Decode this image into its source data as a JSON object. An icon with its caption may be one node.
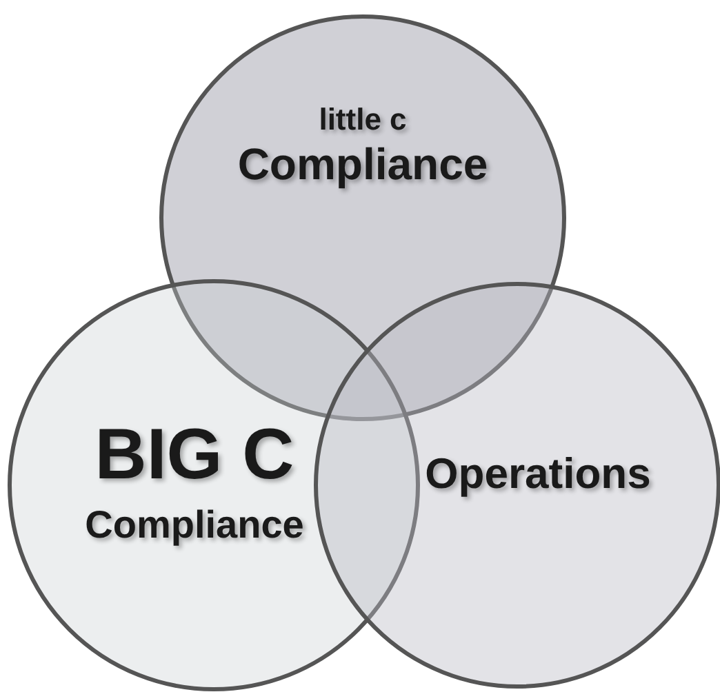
{
  "diagram": {
    "nodes": [
      {
        "text": [
          "little c",
          "Compliance"
        ]
      },
      {
        "text": [
          "BIG C",
          "Compliance"
        ]
      },
      {
        "text": [
          "Operations"
        ]
      }
    ]
  }
}
